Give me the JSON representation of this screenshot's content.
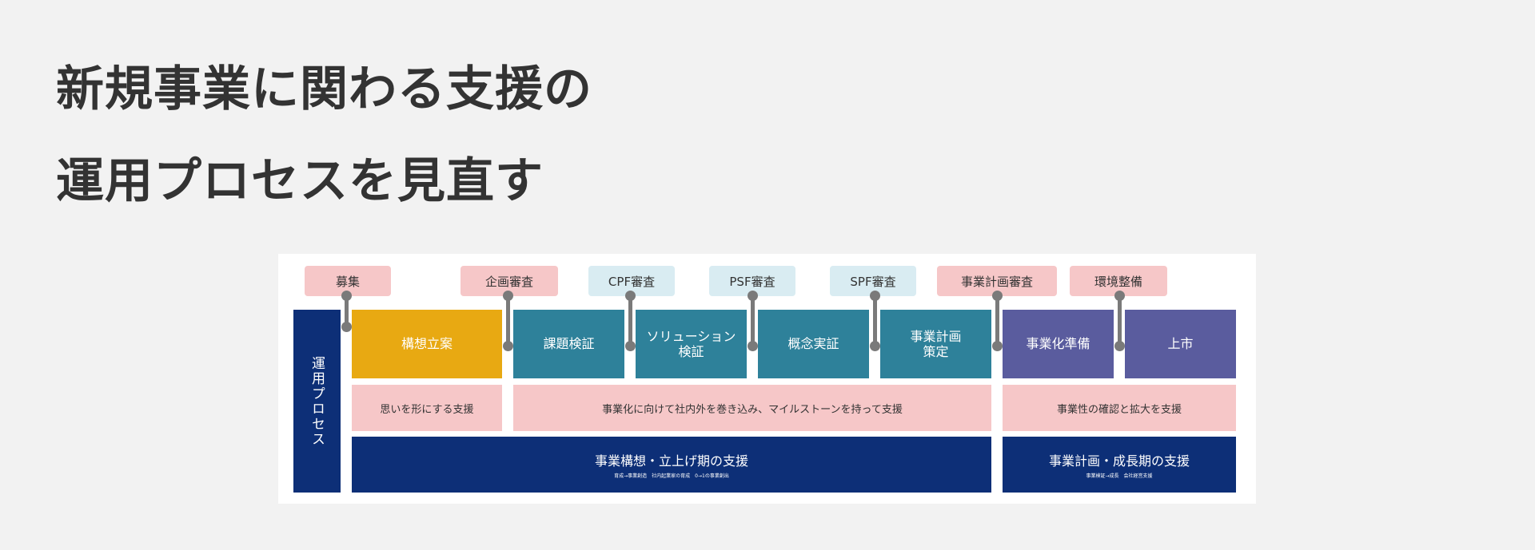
{
  "title": {
    "line1": "新規事業に関わる支援の",
    "line2": "運用プロセスを見直す"
  },
  "diagram": {
    "side_label": "運用プロセス",
    "gates": [
      {
        "label": "募集",
        "style": "pink"
      },
      {
        "label": "企画審査",
        "style": "pink"
      },
      {
        "label": "CPF審査",
        "style": "blue"
      },
      {
        "label": "PSF審査",
        "style": "blue"
      },
      {
        "label": "SPF審査",
        "style": "blue"
      },
      {
        "label": "事業計画審査",
        "style": "pink"
      },
      {
        "label": "環境整備",
        "style": "pink"
      }
    ],
    "stages": [
      {
        "label": "構想立案",
        "color": "#e8a912"
      },
      {
        "label": "課題検証",
        "color": "#2e819a"
      },
      {
        "label": "ソリューション\n検証",
        "color": "#2e819a"
      },
      {
        "label": "概念実証",
        "color": "#2e819a"
      },
      {
        "label": "事業計画\n策定",
        "color": "#2e819a"
      },
      {
        "label": "事業化準備",
        "color": "#5a5c9e"
      },
      {
        "label": "上市",
        "color": "#5a5c9e"
      }
    ],
    "supports": [
      "思いを形にする支援",
      "事業化に向けて社内外を巻き込み、マイルストーンを持って支援",
      "事業性の確認と拡大を支援"
    ],
    "phases": [
      {
        "title": "事業構想・立上げ期の支援",
        "sub": "育成→事業創造　社内起業家の育成　0→1の事業創出"
      },
      {
        "title": "事業計画・成長期の支援",
        "sub": "事業検証→成長　会社経営支援"
      }
    ],
    "colors": {
      "navy": "#0d2f77",
      "pink": "#f6c7c8",
      "light_blue": "#d9ecf2",
      "connector": "#7a7a7a"
    }
  }
}
